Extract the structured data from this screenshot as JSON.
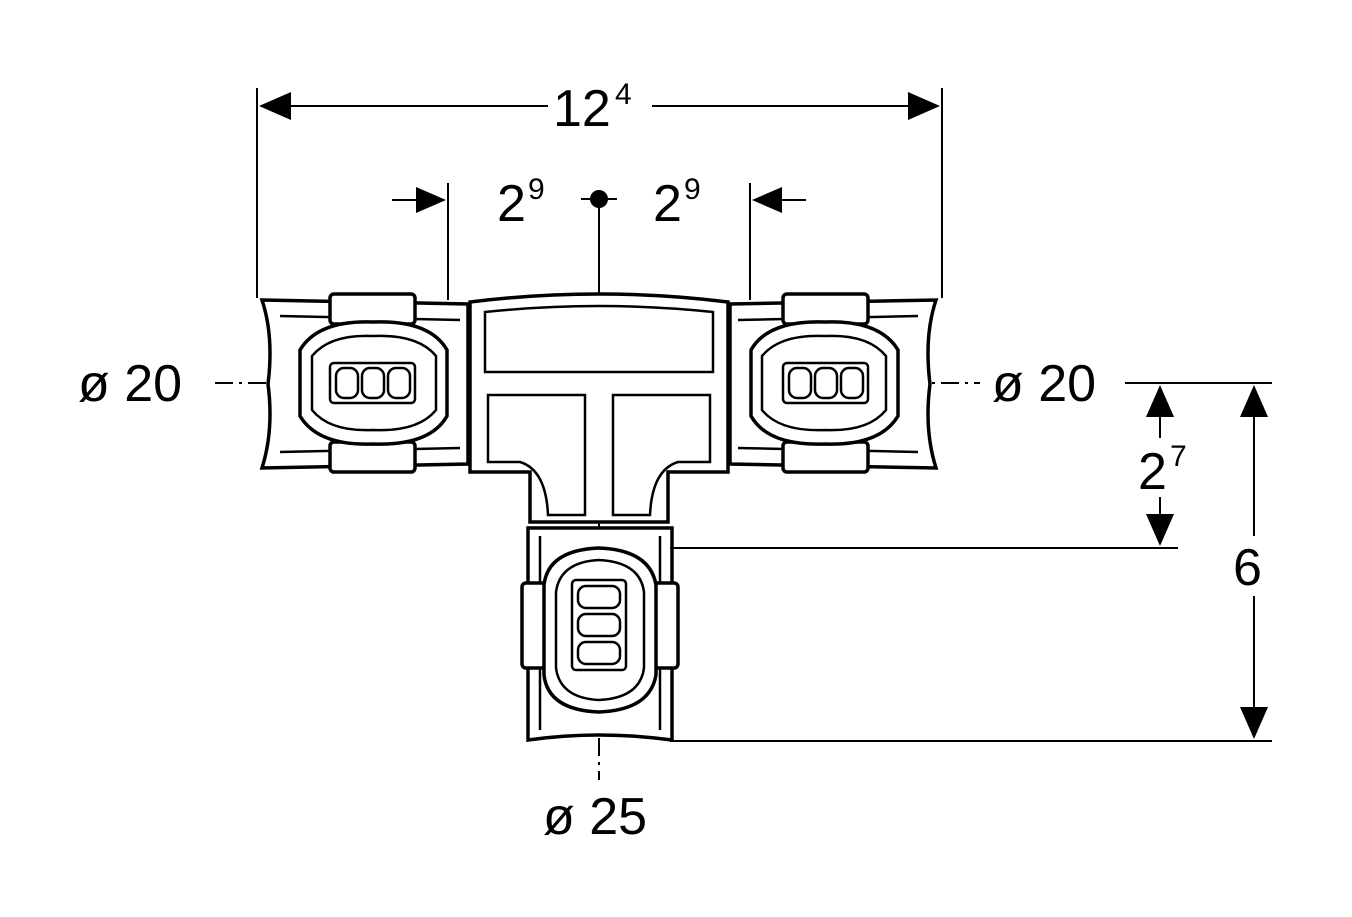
{
  "dimensions": {
    "overall_width": {
      "base": "12",
      "sup": "4"
    },
    "left_offset": {
      "base": "2",
      "sup": "9"
    },
    "right_offset": {
      "base": "2",
      "sup": "9"
    },
    "branch_socket": {
      "base": "2",
      "sup": "7"
    },
    "total_height": {
      "base": "6"
    }
  },
  "diameters": {
    "left_inlet": "ø 20",
    "right_inlet": "ø 20",
    "branch_outlet": "ø 25"
  },
  "colors": {
    "line": "#000000",
    "background": "#ffffff"
  }
}
